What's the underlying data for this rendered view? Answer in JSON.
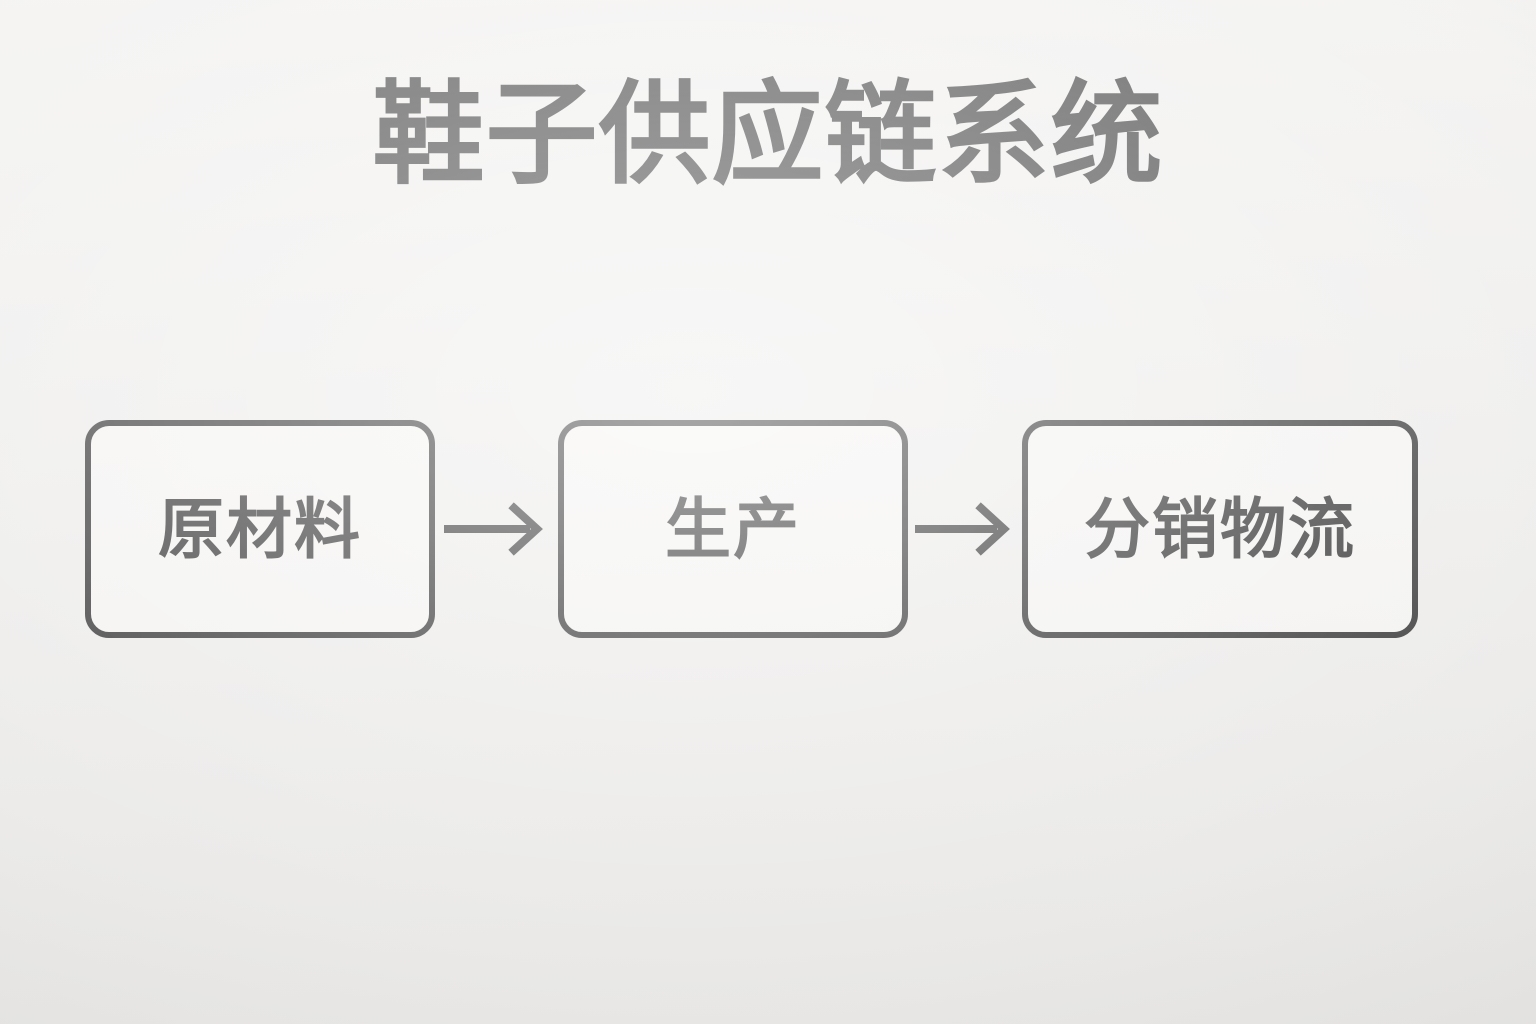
{
  "page": {
    "title": "鞋子供应链系统",
    "background_color": "#edecea",
    "text_color": "#121212"
  },
  "diagram": {
    "type": "flowchart",
    "orientation": "horizontal-left-to-right",
    "node_fill_color": "#f6f5f3",
    "node_border_color": "#101010",
    "arrow_color": "#101010",
    "nodes": [
      {
        "id": "raw-materials",
        "label": "原材料"
      },
      {
        "id": "production",
        "label": "生产"
      },
      {
        "id": "distribution-logistics",
        "label": "分销物流"
      }
    ],
    "connectors": [
      {
        "id": "arrow-1",
        "icon": "arrow-right-icon",
        "from": "raw-materials",
        "to": "production"
      },
      {
        "id": "arrow-2",
        "icon": "arrow-right-icon",
        "from": "production",
        "to": "distribution-logistics"
      }
    ]
  }
}
